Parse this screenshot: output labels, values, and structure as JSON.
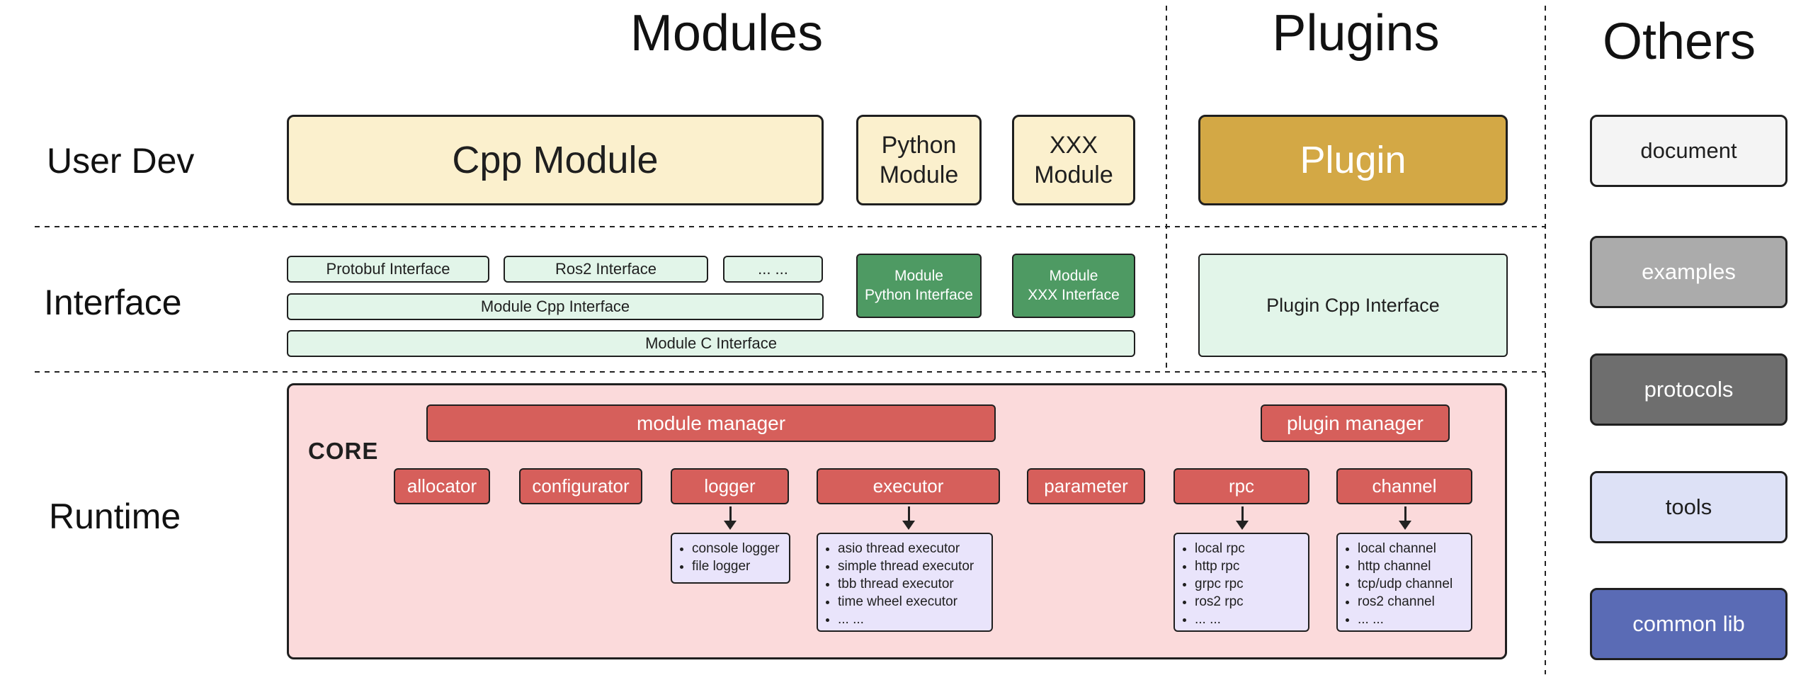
{
  "palette": {
    "cream": "#fbf0cd",
    "gold": "#d3a845",
    "light_green": "#e2f5e9",
    "dark_green": "#4e9a63",
    "pink": "#fbdadb",
    "red": "#d65f5b",
    "lavender": "#e9e4fb",
    "white": "#ffffff",
    "border_dark": "#1f1f1f"
  },
  "headers": {
    "modules": "Modules",
    "plugins": "Plugins",
    "others": "Others"
  },
  "row_labels": {
    "user_dev": "User Dev",
    "interface": "Interface",
    "runtime": "Runtime"
  },
  "modules": {
    "user_dev": {
      "cpp": "Cpp Module",
      "python": "Python Module",
      "xxx": "XXX Module"
    },
    "interface": {
      "protobuf": "Protobuf Interface",
      "ros2": "Ros2 Interface",
      "more": "... ...",
      "module_python": [
        "Module",
        "Python Interface"
      ],
      "module_xxx": [
        "Module",
        "XXX Interface"
      ],
      "module_cpp": "Module Cpp Interface",
      "module_c": "Module C Interface"
    }
  },
  "plugins": {
    "plugin": "Plugin",
    "plugin_cpp_interface": "Plugin Cpp Interface"
  },
  "others": {
    "items": [
      {
        "label": "document",
        "bg": "#f4f4f4",
        "fg": "#1f1f1f"
      },
      {
        "label": "examples",
        "bg": "#ababab",
        "fg": "#ffffff"
      },
      {
        "label": "protocols",
        "bg": "#6e6e6e",
        "fg": "#ffffff"
      },
      {
        "label": "tools",
        "bg": "#dde1f6",
        "fg": "#1f1f1f"
      },
      {
        "label": "common lib",
        "bg": "#5a6bb5",
        "fg": "#ffffff"
      }
    ]
  },
  "runtime": {
    "core_label": "CORE",
    "module_manager": "module manager",
    "plugin_manager": "plugin manager",
    "components": [
      "allocator",
      "configurator",
      "logger",
      "executor",
      "parameter",
      "rpc",
      "channel"
    ],
    "logger_items": [
      "console logger",
      "file logger"
    ],
    "executor_items": [
      "asio thread executor",
      "simple thread executor",
      "tbb thread executor",
      "time wheel executor",
      "... ..."
    ],
    "rpc_items": [
      "local rpc",
      "http rpc",
      "grpc rpc",
      "ros2 rpc",
      "... ..."
    ],
    "channel_items": [
      "local channel",
      "http channel",
      "tcp/udp channel",
      "ros2 channel",
      "... ..."
    ]
  }
}
